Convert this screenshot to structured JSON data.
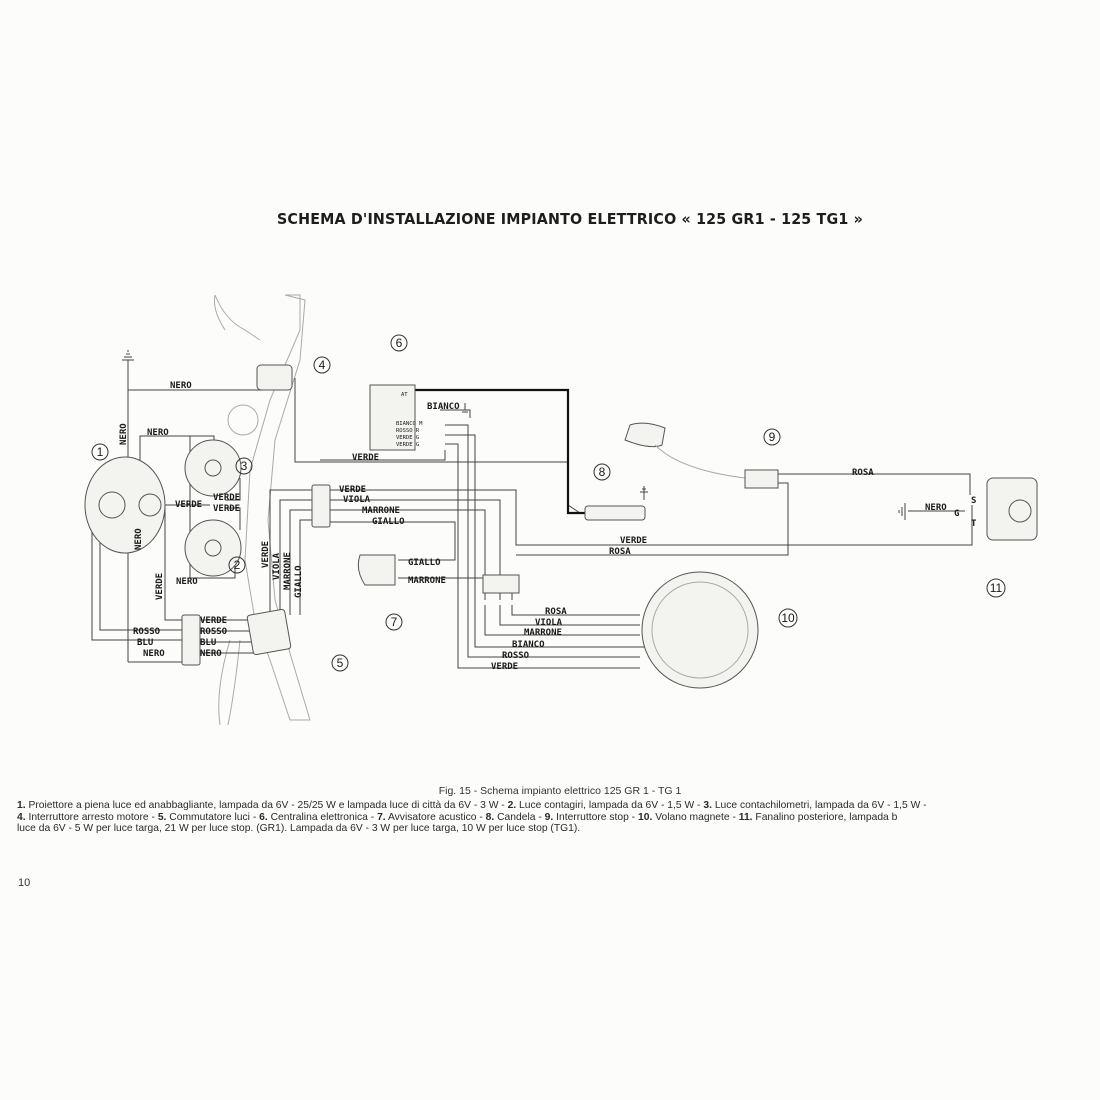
{
  "title": "SCHEMA D'INSTALLAZIONE IMPIANTO ELETTRICO « 125 GR1 - 125 TG1 »",
  "caption": "Fig. 15 - Schema impianto elettrico 125 GR 1 - TG 1",
  "legend": {
    "items": [
      {
        "num": "1.",
        "text": "Proiettore a piena luce ed anabbagliante, lampada da 6V - 25/25 W e lampada luce di città da 6V - 3 W -"
      },
      {
        "num": "2.",
        "text": "Luce contagiri, lampada da 6V - 1,5 W -"
      },
      {
        "num": "3.",
        "text": "Luce contachilometri, lampada da 6V - 1,5 W -"
      },
      {
        "num": "4.",
        "text": "Interruttore arresto motore -"
      },
      {
        "num": "5.",
        "text": "Commutatore luci -"
      },
      {
        "num": "6.",
        "text": "Centralina elettronica -"
      },
      {
        "num": "7.",
        "text": "Avvisatore acustico -"
      },
      {
        "num": "8.",
        "text": "Candela -"
      },
      {
        "num": "9.",
        "text": "Interruttore stop -"
      },
      {
        "num": "10.",
        "text": "Volano magnete -"
      },
      {
        "num": "11.",
        "text": "Fanalino posteriore, lampada b"
      }
    ],
    "line3": "luce da 6V - 5 W per luce targa, 21 W per luce stop. (GR1). Lampada da 6V - 3 W per luce targa, 10 W per luce stop (TG1)."
  },
  "page_number": "10",
  "callouts": [
    "1",
    "2",
    "3",
    "4",
    "5",
    "6",
    "7",
    "8",
    "9",
    "10",
    "11"
  ],
  "wires": {
    "nero_top": "NERO",
    "nero_vert": "NERO",
    "nero_head": "NERO",
    "nero_box": "NERO",
    "nero_gauge": "NERO",
    "verde_cdi": "VERDE",
    "verde_g1": "VERDE",
    "verde_g2": "VERDE",
    "verde_left": "VERDE",
    "verde_vert": "VERDE",
    "conn_verde": "VERDE",
    "conn_viola": "VIOLA",
    "conn_marrone": "MARRONE",
    "conn_giallo": "GIALLO",
    "v_verde": "VERDE",
    "v_viola": "VIOLA",
    "v_marrone": "MARRONE",
    "v_giallo": "GIALLO",
    "sw_verde": "VERDE",
    "sw_rosso_r": "ROSSO",
    "sw_blu_r": "BLU",
    "sw_nero_r": "NERO",
    "sw_rosso_l": "ROSSO",
    "sw_blu_l": "BLU",
    "sw_nero_l": "NERO",
    "horn_giallo": "GIALLO",
    "horn_marrone": "MARRONE",
    "bianco_cdi": "BIANCO",
    "mid_verde": "VERDE",
    "mid_rosa": "ROSA",
    "fly_rosa": "ROSA",
    "fly_viola": "VIOLA",
    "fly_marrone": "MARRONE",
    "fly_bianco": "BIANCO",
    "fly_rosso": "ROSSO",
    "fly_verde": "VERDE",
    "rear_rosa": "ROSA",
    "rear_nero": "NERO"
  },
  "cdi_terminals": {
    "at": "AT",
    "rows": [
      "BIANCO M",
      "ROSSO R",
      "VERDE G",
      "VERDE G"
    ]
  },
  "tail_terminals": {
    "s": "S",
    "g": "G",
    "t": "T"
  }
}
